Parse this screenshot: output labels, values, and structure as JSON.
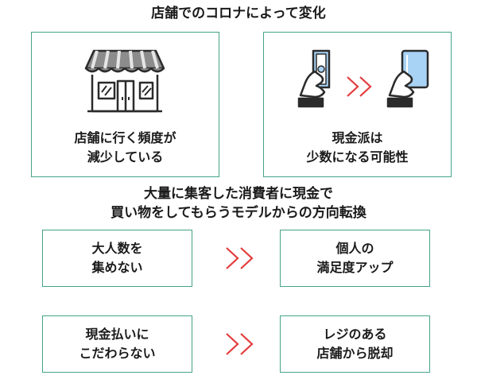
{
  "title_top": "店舗でのコロナによって変化",
  "cards_top": [
    {
      "lines": [
        "店舗に行く頻度が",
        "減少している"
      ]
    },
    {
      "lines": [
        "現金派は",
        "少数になる可能性"
      ]
    }
  ],
  "title_mid": {
    "lines": [
      "大量に集客した消費者に現金で",
      "買い物をしてもらうモデルからの方向転換"
    ]
  },
  "rows": [
    {
      "from": [
        "大人数を",
        "集めない"
      ],
      "to": [
        "個人の",
        "満足度アップ"
      ]
    },
    {
      "from": [
        "現金払いに",
        "こだわらない"
      ],
      "to": [
        "レジのある",
        "店舗から脱却"
      ]
    }
  ],
  "colors": {
    "card_border": "#46a389",
    "arrow": "#e33b3b",
    "card_blue": "#a9d3f5",
    "ink": "#2b2b2b"
  },
  "icons": [
    "store-icon",
    "hand-holding-cash-icon",
    "hand-holding-card-icon",
    "double-chevron-right-icon"
  ]
}
